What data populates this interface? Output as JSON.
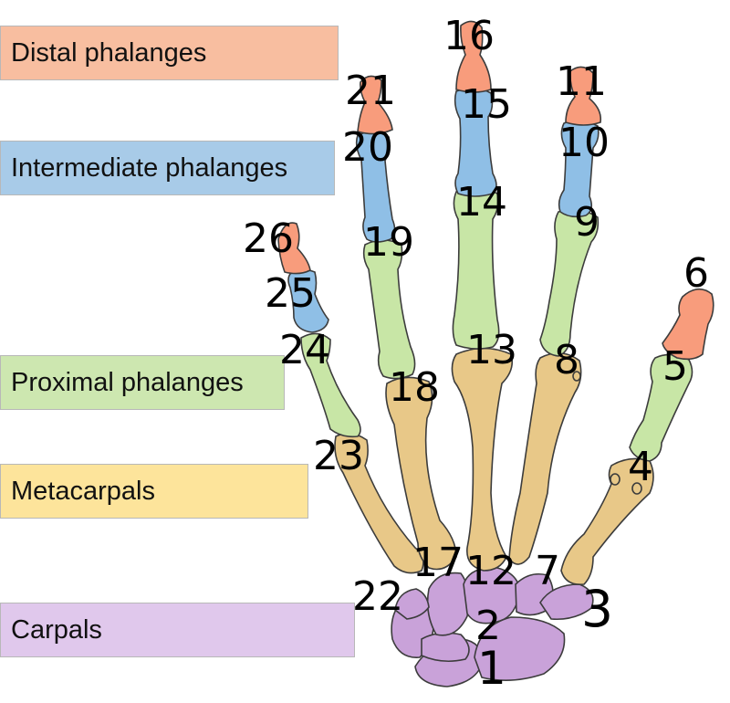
{
  "legend": [
    {
      "key": "distal",
      "label": "Distal phalanges",
      "color": "#f8bea0"
    },
    {
      "key": "intermediate",
      "label": "Intermediate phalanges",
      "color": "#a8cbe8"
    },
    {
      "key": "proximal",
      "label": "Proximal phalanges",
      "color": "#cde7b0"
    },
    {
      "key": "metacarpal",
      "label": "Metacarpals",
      "color": "#fde49b"
    },
    {
      "key": "carpal",
      "label": "Carpals",
      "color": "#e0c8ec"
    }
  ],
  "bone_colors": {
    "distal": "#f89c7c",
    "intermediate": "#8fbfe6",
    "proximal": "#c8e6a6",
    "metacarpal": "#e8c888",
    "carpal": "#c9a2d9"
  },
  "numbers": [
    "1",
    "2",
    "3",
    "4",
    "5",
    "6",
    "7",
    "8",
    "9",
    "10",
    "11",
    "12",
    "13",
    "14",
    "15",
    "16",
    "17",
    "18",
    "19",
    "20",
    "21",
    "22",
    "23",
    "24",
    "25",
    "26"
  ]
}
